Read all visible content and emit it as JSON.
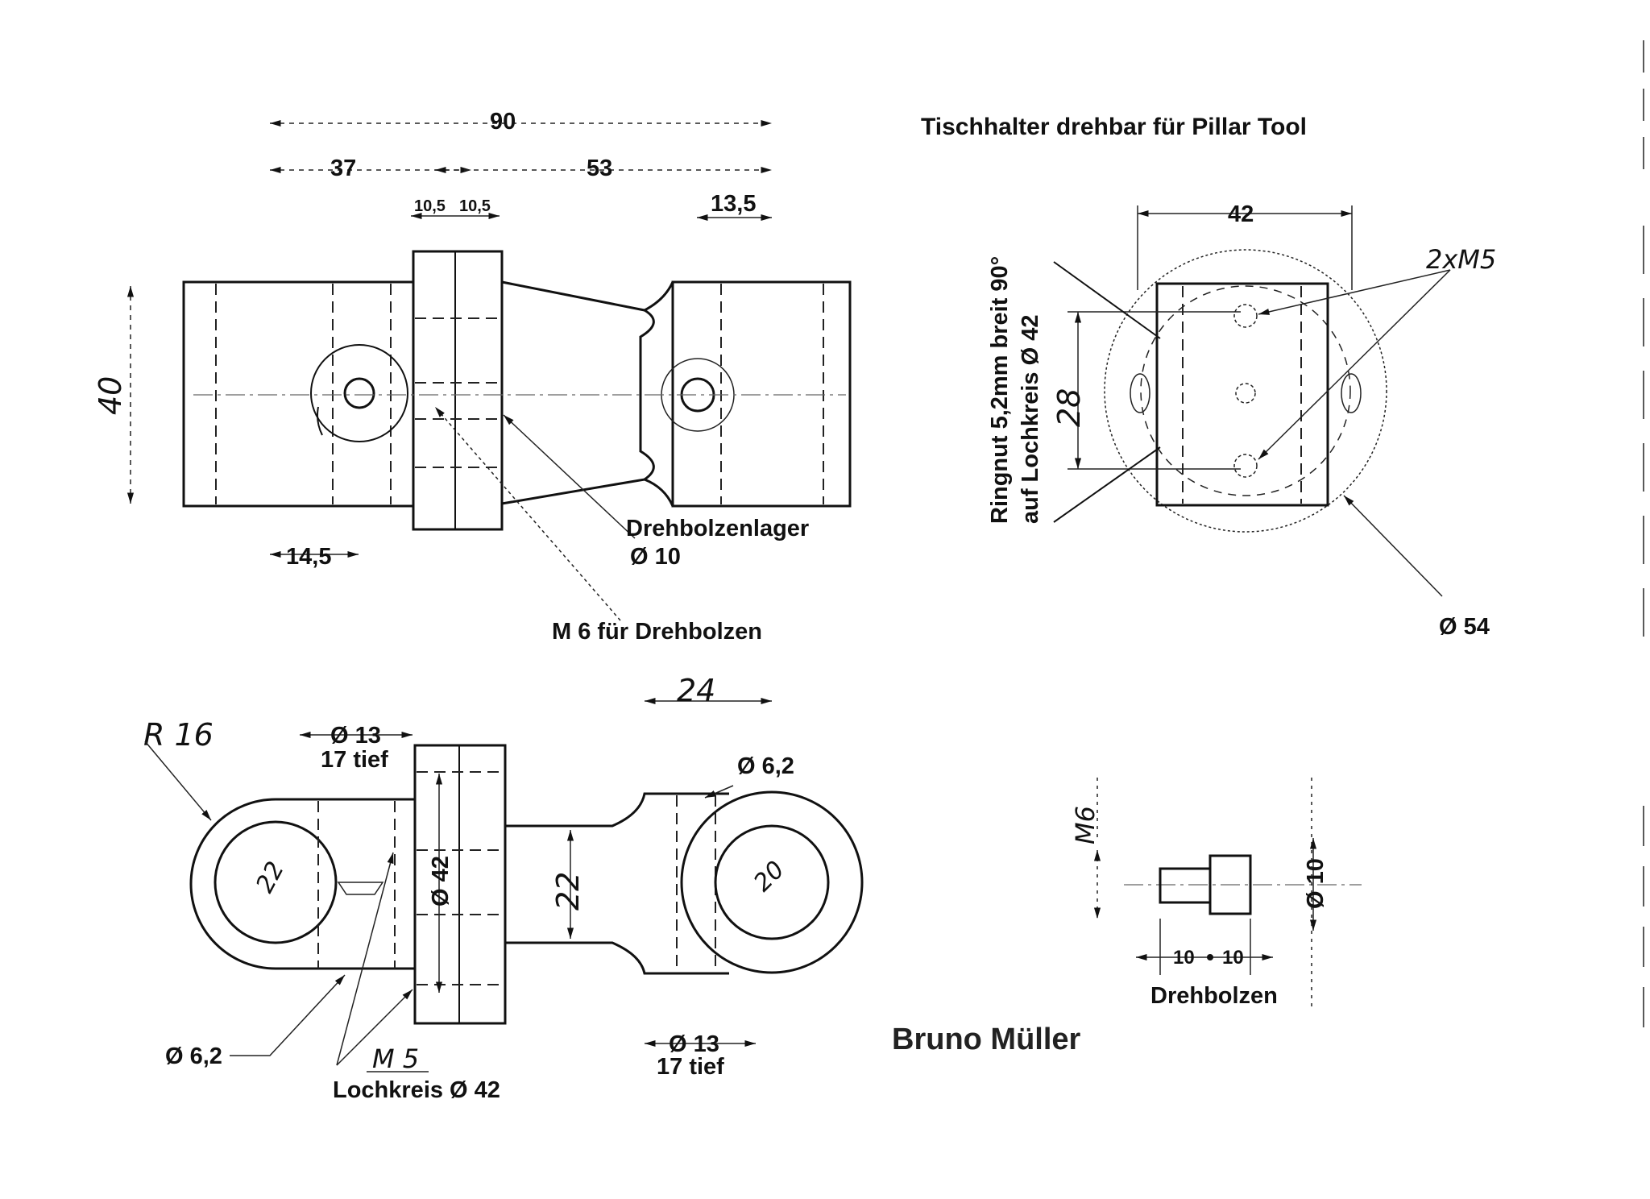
{
  "title": "Tischhalter drehbar für Pillar Tool",
  "author": "Bruno Müller",
  "top_view": {
    "dim_total": "90",
    "dim_left": "37",
    "dim_right": "53",
    "dim_hub_a": "10,5",
    "dim_hub_b": "10,5",
    "dim_end": "13,5",
    "dim_height": "40",
    "dim_hole_offset": "14,5",
    "callout_bearing_1": "Drehbolzenlager",
    "callout_bearing_2": "Ø 10",
    "callout_thread": "M 6  für Drehbolzen"
  },
  "plate_view": {
    "dim_width": "42",
    "dim_holes": "2xM5",
    "dim_spacing": "28",
    "groove_note_1": "Ringnut 5,2mm breit 90°",
    "groove_note_2": "auf Lochkreis Ø 42",
    "dim_disc": "Ø 54"
  },
  "side_view": {
    "radius": "R 16",
    "counterbore_1": "Ø 13",
    "counterbore_1_depth": "17 tief",
    "dim_span": "24",
    "bore_small": "Ø 6,2",
    "dim_left_bore": "22",
    "dim_hub": "Ø 42",
    "dim_arm": "22",
    "dim_right_bore": "20",
    "bore_left": "Ø 6,2",
    "thread": "M 5",
    "bolt_circle": "Lochkreis Ø 42",
    "counterbore_2": "Ø 13",
    "counterbore_2_depth": "17 tief"
  },
  "bolt_view": {
    "thread": "M6",
    "diameter": "Ø 10",
    "len_a": "10",
    "len_b": "10",
    "name": "Drehbolzen"
  }
}
